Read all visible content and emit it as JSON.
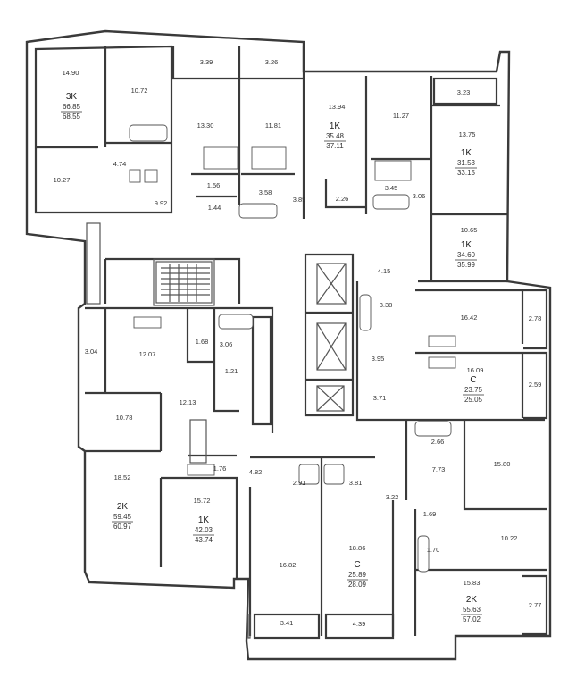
{
  "colors": {
    "wall": "#3a3a3a",
    "highlight": "#e2e2e2",
    "background": "#ffffff"
  },
  "apartments": [
    {
      "id": "3k",
      "type": "3K",
      "living": "66.85",
      "total": "68.55"
    },
    {
      "id": "1k-a",
      "type": "1K",
      "living": "35.48",
      "total": "37.11"
    },
    {
      "id": "1k-b",
      "type": "1K",
      "living": "31.53",
      "total": "33.15"
    },
    {
      "id": "1k-c",
      "type": "1K",
      "living": "34.60",
      "total": "35.99"
    },
    {
      "id": "c-a",
      "type": "C",
      "living": "23.75",
      "total": "25.05"
    },
    {
      "id": "2k-a",
      "type": "2K",
      "living": "59.45",
      "total": "60.97"
    },
    {
      "id": "1k-d",
      "type": "1K",
      "living": "42.03",
      "total": "43.74"
    },
    {
      "id": "c-b",
      "type": "C",
      "living": "25.89",
      "total": "28.09"
    },
    {
      "id": "2k-b",
      "type": "2K",
      "living": "55.63",
      "total": "57.02"
    }
  ],
  "rooms": [
    "14.90",
    "10.72",
    "3.39",
    "3.26",
    "3.23",
    "13.30",
    "11.81",
    "13.94",
    "11.27",
    "13.75",
    "4.74",
    "10.27",
    "1.56",
    "3.58",
    "3.45",
    "3.06",
    "3.89",
    "2.26",
    "9.92",
    "1.44",
    "10.65",
    "4.15",
    "3.38",
    "16.42",
    "2.78",
    "3.04",
    "12.07",
    "1.68",
    "3.06",
    "1.21",
    "3.95",
    "16.09",
    "2.59",
    "3.71",
    "12.13",
    "10.78",
    "2.66",
    "7.73",
    "15.80",
    "1.76",
    "4.82",
    "2.91",
    "3.81",
    "3.22",
    "18.52",
    "15.72",
    "1.69",
    "1.70",
    "10.22",
    "18.86",
    "16.82",
    "15.83",
    "2.77",
    "3.41",
    "4.39"
  ]
}
